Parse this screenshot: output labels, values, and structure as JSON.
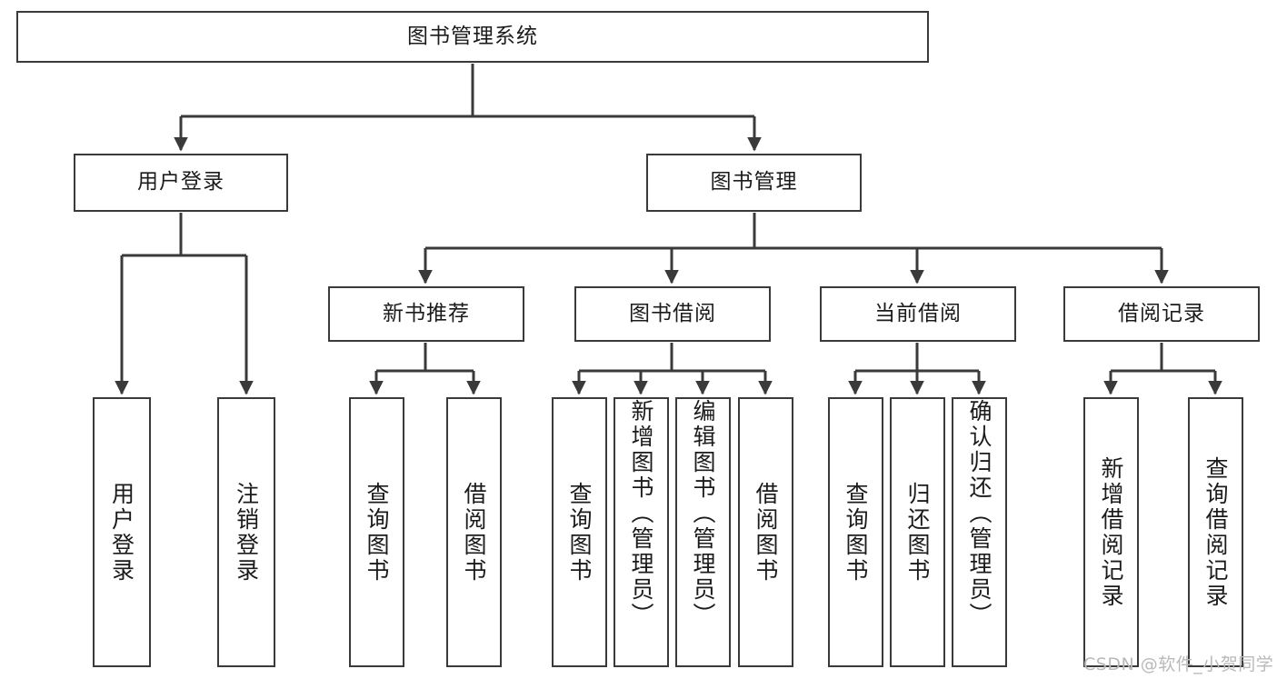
{
  "diagram": {
    "type": "tree",
    "title": "图书管理系统",
    "root": {
      "label": "图书管理系统"
    },
    "level2": [
      {
        "id": "user-login",
        "label": "用户登录"
      },
      {
        "id": "book-manage",
        "label": "图书管理"
      }
    ],
    "level3": [
      {
        "id": "new-book-recommend",
        "label": "新书推荐",
        "parent": "book-manage"
      },
      {
        "id": "book-borrow",
        "label": "图书借阅",
        "parent": "book-manage"
      },
      {
        "id": "current-borrow",
        "label": "当前借阅",
        "parent": "book-manage"
      },
      {
        "id": "borrow-record",
        "label": "借阅记录",
        "parent": "book-manage"
      }
    ],
    "leaves": {
      "user-login": [
        {
          "id": "leaf-user-login",
          "label": "用户登录"
        },
        {
          "id": "leaf-user-logout",
          "label": "注销登录"
        }
      ],
      "new-book-recommend": [
        {
          "id": "leaf-query-book-1",
          "label": "查询图书"
        },
        {
          "id": "leaf-borrow-book-1",
          "label": "借阅图书"
        }
      ],
      "book-borrow": [
        {
          "id": "leaf-query-book-2",
          "label": "查询图书"
        },
        {
          "id": "leaf-add-book",
          "label": "新增图书（管理员）"
        },
        {
          "id": "leaf-edit-book",
          "label": "编辑图书（管理员）"
        },
        {
          "id": "leaf-borrow-book-2",
          "label": "借阅图书"
        }
      ],
      "current-borrow": [
        {
          "id": "leaf-query-book-3",
          "label": "查询图书"
        },
        {
          "id": "leaf-return-book",
          "label": "归还图书"
        },
        {
          "id": "leaf-confirm-return",
          "label": "确认归还（管理员）"
        }
      ],
      "borrow-record": [
        {
          "id": "leaf-add-record",
          "label": "新增借阅记录"
        },
        {
          "id": "leaf-query-record",
          "label": "查询借阅记录"
        }
      ]
    },
    "colors": {
      "box_border": "#3a3a3a",
      "box_fill": "#ffffff",
      "edge": "#3a3a3a",
      "text": "#1b1b1b",
      "watermark": "#b9b9b9",
      "background": "#ffffff"
    }
  },
  "watermark": {
    "text": "CSDN @软件_小贺同学"
  }
}
